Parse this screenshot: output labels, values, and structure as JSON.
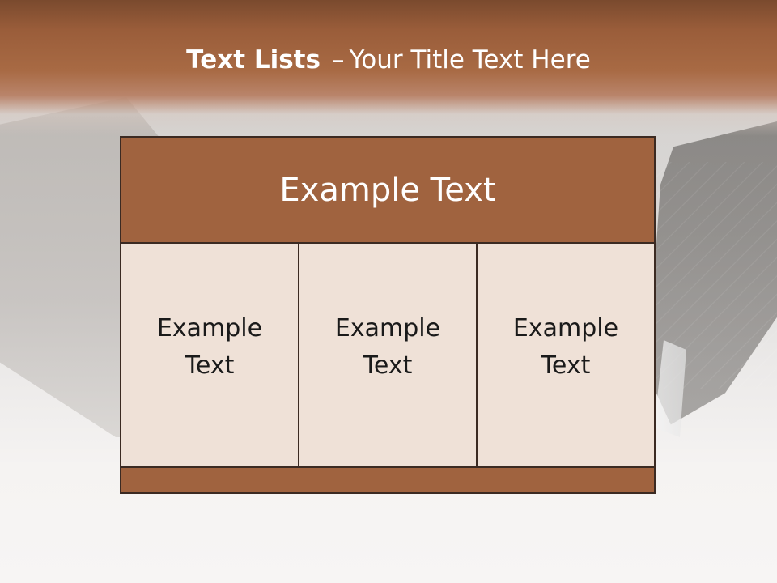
{
  "slide": {
    "title": {
      "bold": "Text Lists",
      "dash": "–",
      "rest": "Your Title Text Here"
    },
    "table": {
      "header": "Example Text",
      "cells": [
        "Example Text",
        "Example Text",
        "Example Text"
      ]
    }
  },
  "colors": {
    "accent_brown": "#a0633f",
    "cell_fill": "#efe1d7",
    "border": "#3b2a22",
    "title_text": "#ffffff"
  }
}
